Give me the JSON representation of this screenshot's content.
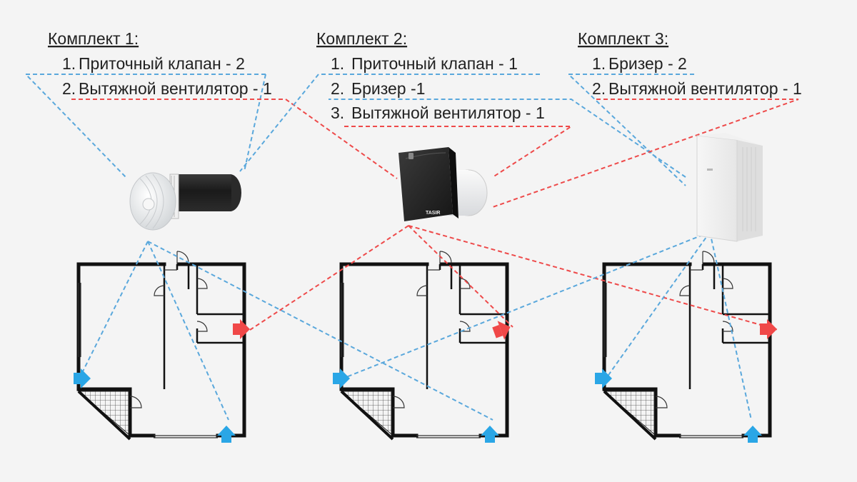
{
  "colors": {
    "supply": "#2aa6e6",
    "exhaust": "#f04848",
    "supply_line": "#5aa8dc",
    "exhaust_line": "#ee4a4a",
    "background": "#f4f4f4"
  },
  "kits": [
    {
      "title": "Комплект 1:",
      "items": [
        {
          "num": "1.",
          "text": "Приточный клапан - 2",
          "type": "supply"
        },
        {
          "num": "2.",
          "text": "Вытяжной вентилятор - 1",
          "type": "exhaust"
        }
      ]
    },
    {
      "title": "Комплект 2:",
      "items": [
        {
          "num": "1.",
          "text": "Приточный клапан - 1",
          "type": "supply"
        },
        {
          "num": "2.",
          "text": "Бризер -1",
          "type": "supply"
        },
        {
          "num": "3.",
          "text": "Вытяжной вентилятор - 1",
          "type": "exhaust"
        }
      ]
    },
    {
      "title": "Комплект 3:",
      "items": [
        {
          "num": "1.",
          "text": "Бризер - 2",
          "type": "supply"
        },
        {
          "num": "2.",
          "text": "Вытяжной вентилятор - 1",
          "type": "exhaust"
        }
      ]
    }
  ],
  "devices": {
    "supply_valve": {
      "icon": "supply-valve-icon"
    },
    "exhaust_fan": {
      "icon": "exhaust-fan-icon",
      "brand_label": "TASIR"
    },
    "breezer": {
      "icon": "breezer-icon"
    }
  }
}
